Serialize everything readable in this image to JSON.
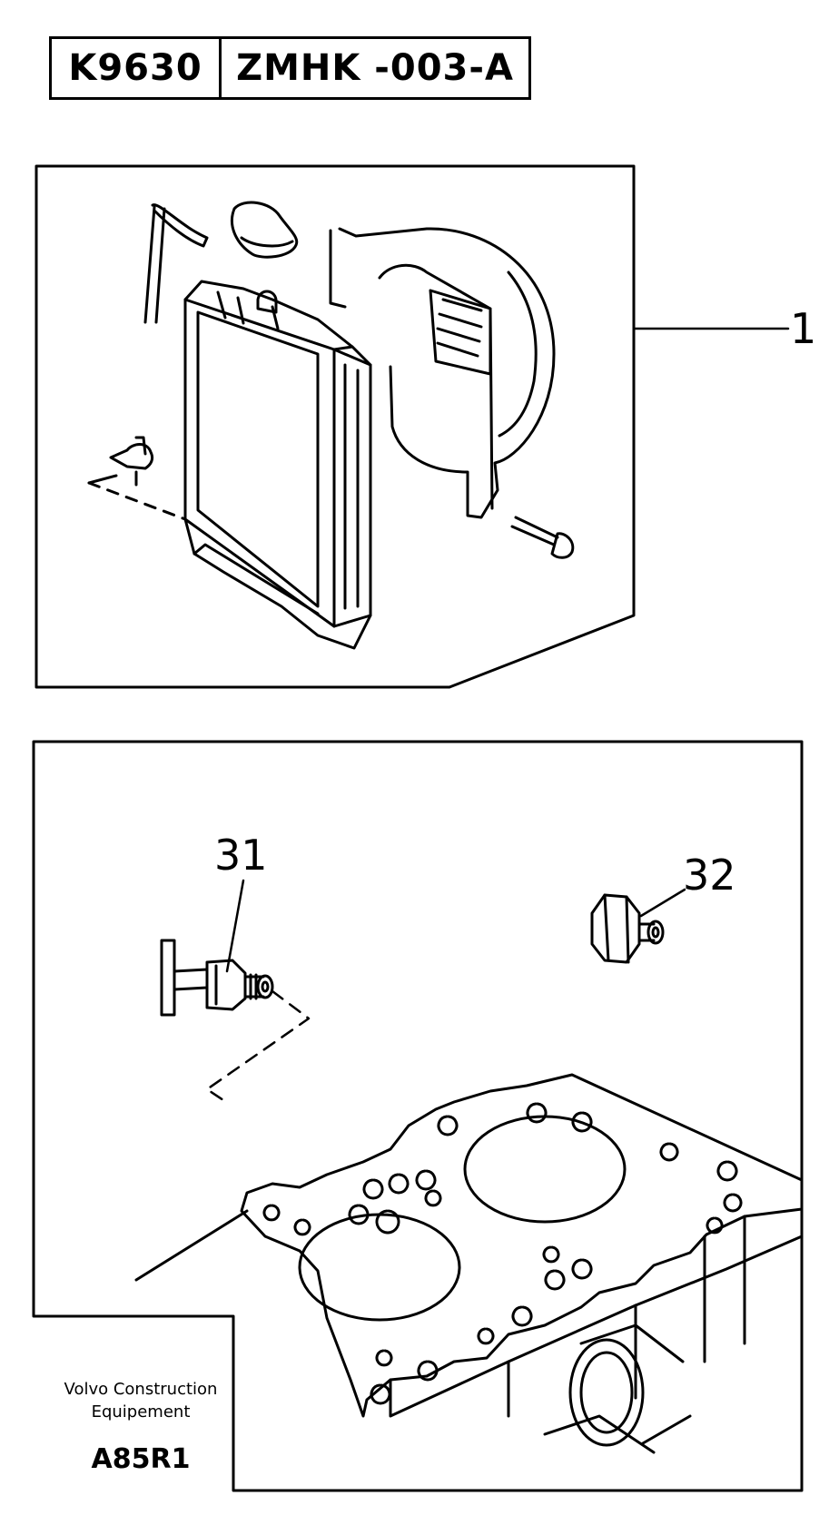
{
  "header": {
    "code_a": "K9630",
    "code_b": "ZMHK -003-A"
  },
  "callouts": {
    "radiator_assembly": "1",
    "drain_valve": "31",
    "drain_plug": "32"
  },
  "footer": {
    "company_line1": "Volvo Construction",
    "company_line2": "Equipement",
    "model": "A85R1"
  }
}
